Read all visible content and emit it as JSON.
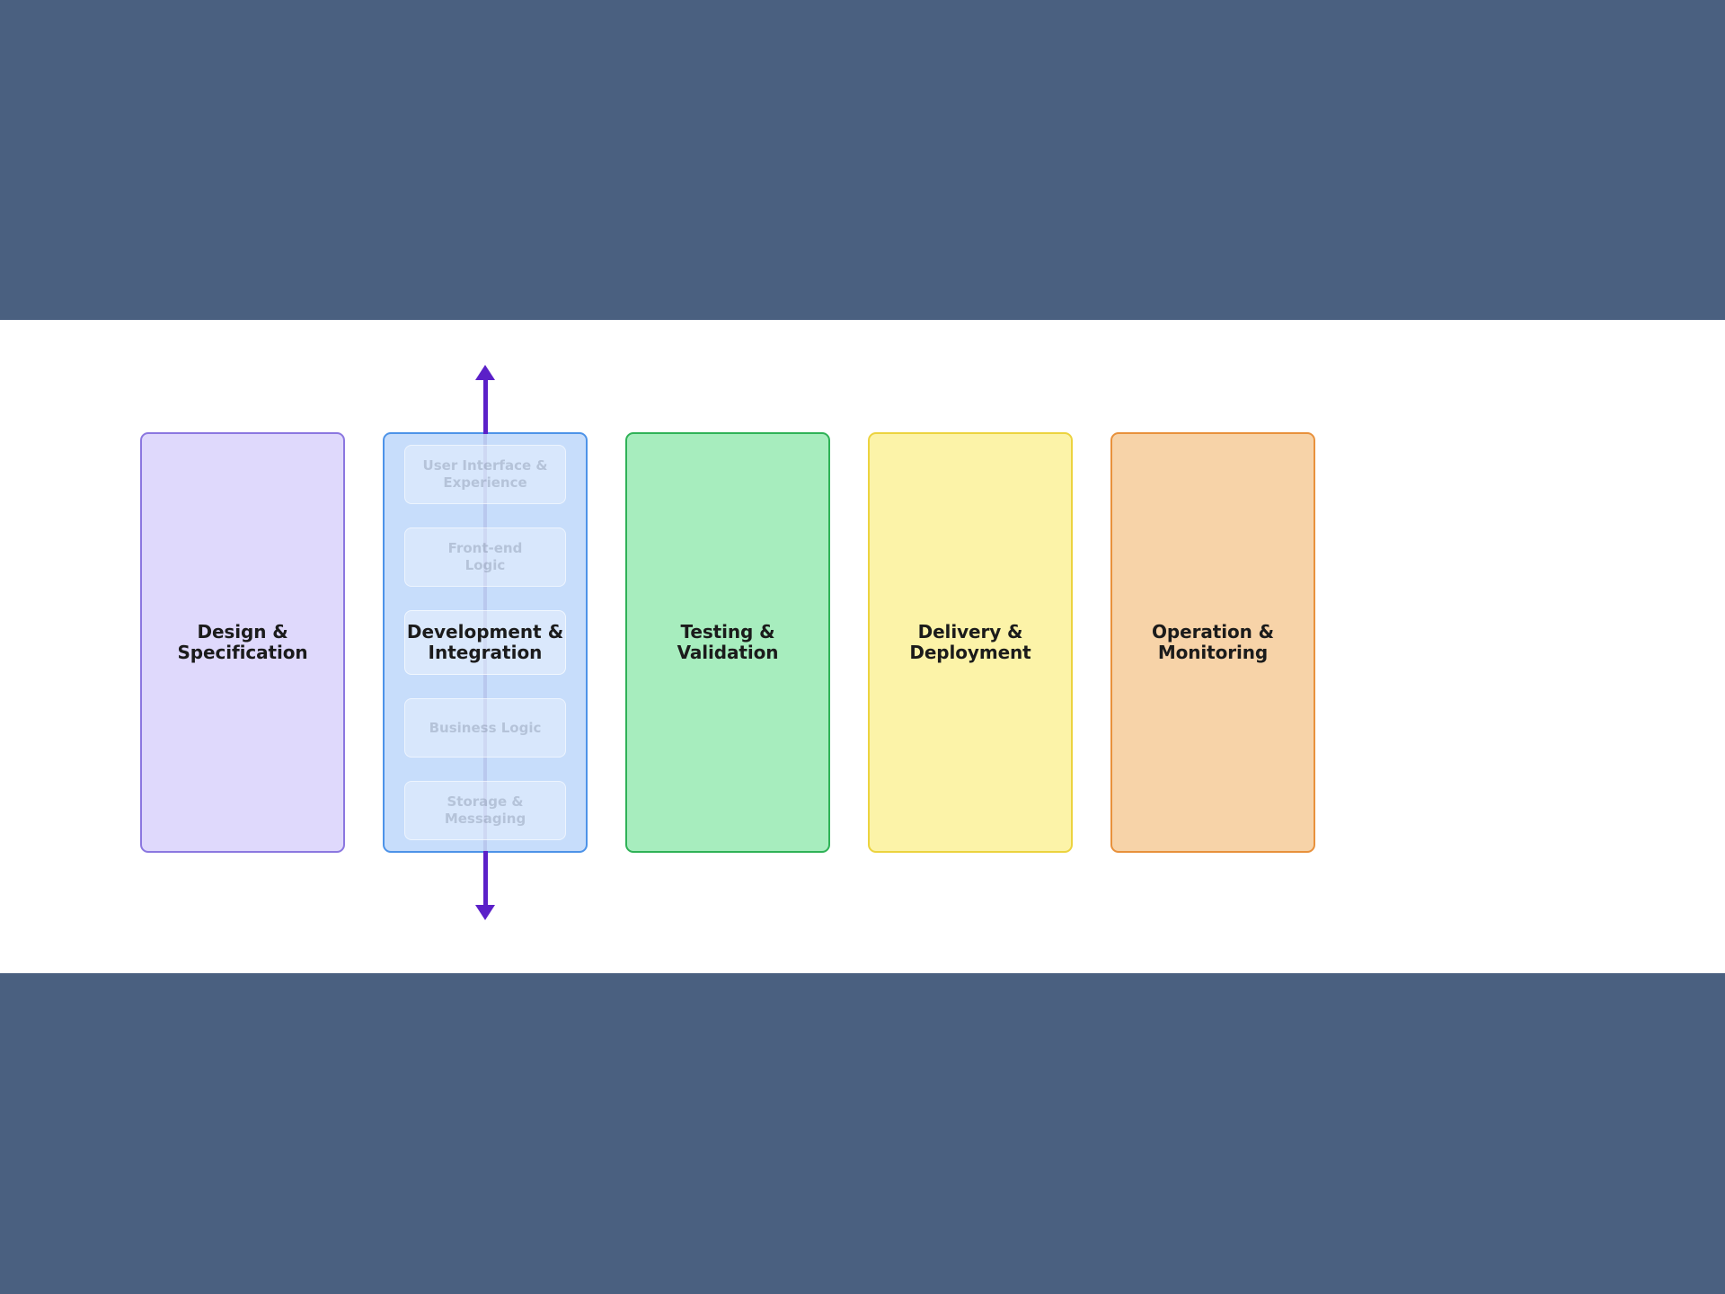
{
  "canvas": {
    "background_color": "#ffffff",
    "surround_color": "#4a6080"
  },
  "diagram": {
    "type": "process-flow",
    "phases": [
      {
        "id": "design",
        "label": "Design &\nSpecification",
        "fill": "#dfd9fc",
        "stroke": "#8b77e0",
        "style_class": "c-design"
      },
      {
        "id": "development",
        "label": "Development &\nIntegration",
        "fill": "#c7ddfb",
        "stroke": "#4d93e8",
        "style_class": "c-dev",
        "stack": {
          "connector_color": "#b9c8ee",
          "items": [
            {
              "label": "User Interface &\nExperience",
              "active": false
            },
            {
              "label": "Front-end\nLogic",
              "active": false
            },
            {
              "label": "Development &\nIntegration",
              "active": true
            },
            {
              "label": "Business Logic",
              "active": false
            },
            {
              "label": "Storage &\nMessaging",
              "active": false
            }
          ]
        },
        "arrows": {
          "color": "#5b20c8",
          "top_direction": "up",
          "bottom_direction": "down"
        }
      },
      {
        "id": "testing",
        "label": "Testing &\nValidation",
        "fill": "#a7edbe",
        "stroke": "#2fb257",
        "style_class": "c-testing"
      },
      {
        "id": "delivery",
        "label": "Delivery &\nDeployment",
        "fill": "#fcf3a8",
        "stroke": "#ecd33f",
        "style_class": "c-delivery"
      },
      {
        "id": "operation",
        "label": "Operation &\nMonitoring",
        "fill": "#f7d3a8",
        "stroke": "#e8913c",
        "style_class": "c-operation"
      }
    ]
  }
}
